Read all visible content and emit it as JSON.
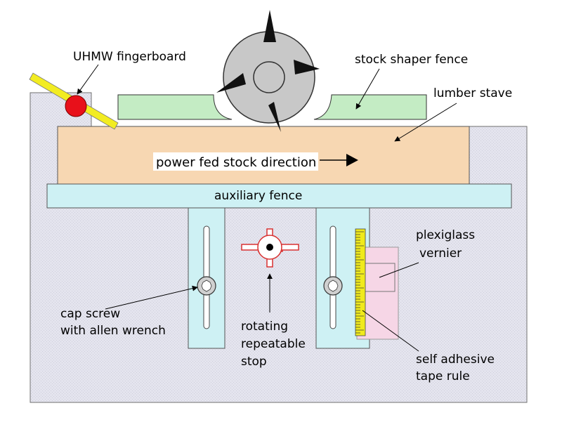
{
  "labels": {
    "fingerboard": "UHMW fingerboard",
    "shaper_fence": "stock shaper fence",
    "lumber_stave": "lumber stave",
    "feed_direction": "power fed stock direction",
    "auxiliary_fence": "auxiliary fence",
    "plexiglass_line1": "plexiglass",
    "plexiglass_line2": "vernier",
    "cap_screw_line1": "cap screw",
    "cap_screw_line2": "with allen wrench",
    "stop_line1": "rotating",
    "stop_line2": "repeatable",
    "stop_line3": "stop",
    "tape_line1": "self adhesive",
    "tape_line2": "tape rule"
  },
  "colors": {
    "table": "#e4e4ee",
    "lumber": "#f7d7b2",
    "auxiliary_fence": "#cef1f4",
    "shaper_fence": "#c4ecc4",
    "cutter": "#c8c8c8",
    "fingerboard_bar": "#f2ec22",
    "fingerboard_knob": "#e8101a",
    "plexiglass": "#f6d6e6",
    "tape_rule": "#f0ea1c",
    "stop_arms": "#d83030"
  }
}
